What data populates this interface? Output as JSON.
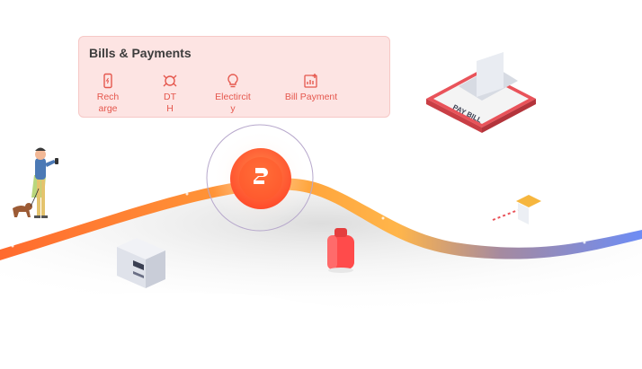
{
  "card": {
    "title": "Bills & Payments",
    "items": [
      {
        "label": "Recharge",
        "icon": "mobile-recharge-icon"
      },
      {
        "label": "DTH",
        "icon": "dth-dish-icon"
      },
      {
        "label": "Electircity",
        "icon": "bulb-icon"
      },
      {
        "label": "Bill Payment",
        "icon": "bill-payment-chart-icon"
      }
    ]
  },
  "illustration": {
    "paybill_label": "PAY BILL",
    "colors": {
      "accent_red": "#e5574d",
      "path_orange": "#ff7b2e",
      "path_blue": "#6d8cf5",
      "card_bg": "#fde4e3"
    }
  }
}
